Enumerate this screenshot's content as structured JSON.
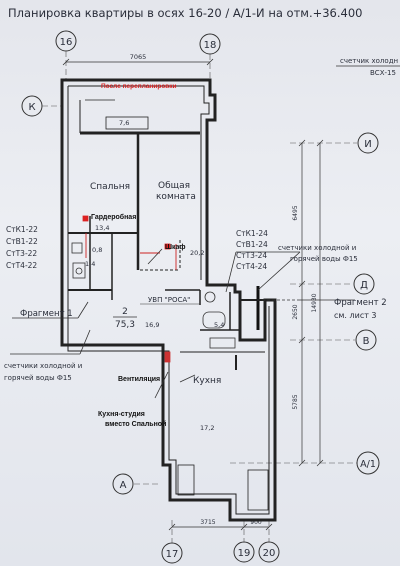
{
  "title": "Планировка квартиры в осях 16-20 / А/1-И на отм.+36.400",
  "axes": {
    "a16": "16",
    "a18": "18",
    "a17": "17",
    "a19": "19",
    "a20": "20",
    "K": "К",
    "I": "И",
    "D": "Д",
    "V": "В",
    "A1": "А/1",
    "A": "А"
  },
  "dimensions": {
    "top": "7065",
    "d6495": "6495",
    "d2650": "2650",
    "d5785": "5785",
    "d14930": "14930",
    "bottom_a": "3715",
    "bottom_b": "900"
  },
  "rooms": {
    "bedroom": "Спальня",
    "living_line1": "Общая",
    "living_line2": "комната",
    "kitchen": "Кухня"
  },
  "areas": {
    "a7_6": "7,6",
    "a13_4": "13,4",
    "a20_2": "20,2",
    "a0_8": "0,8",
    "a1_4": "1,4",
    "a5_4": "5,4",
    "a16_9": "16,9",
    "a17_2": "17,2"
  },
  "apartment": {
    "number": "2",
    "area": "75,3"
  },
  "risers_left": [
    "СтК1-22",
    "СтВ1-22",
    "СтТ3-22",
    "СтТ4-22"
  ],
  "risers_right": [
    "СтК1-24",
    "СтВ1-24",
    "СтТ3-24",
    "СтТ4-24"
  ],
  "notes": {
    "after_redevelopment": "После перепланировки",
    "counter_top": "счетчик холодн",
    "counter_model": "ВСХ-15",
    "counters_right_1": "счетчики холодной и",
    "counters_right_2": "горячей воды Ф15",
    "counters_left_1": "счетчики холодной и",
    "counters_left_2": "горячей воды Ф15",
    "fragment1": "Фрагмент 1",
    "fragment2": "Фрагмент 2",
    "fragment2_sheet": "см. лист 3",
    "uvp": "УВП \"РОСА\"",
    "wardrobe": "Гардеробная",
    "closet": "Шкаф",
    "ventilation": "Вентиляция",
    "studio_1": "Кухня-студия",
    "studio_2": "вместо Спальной"
  }
}
